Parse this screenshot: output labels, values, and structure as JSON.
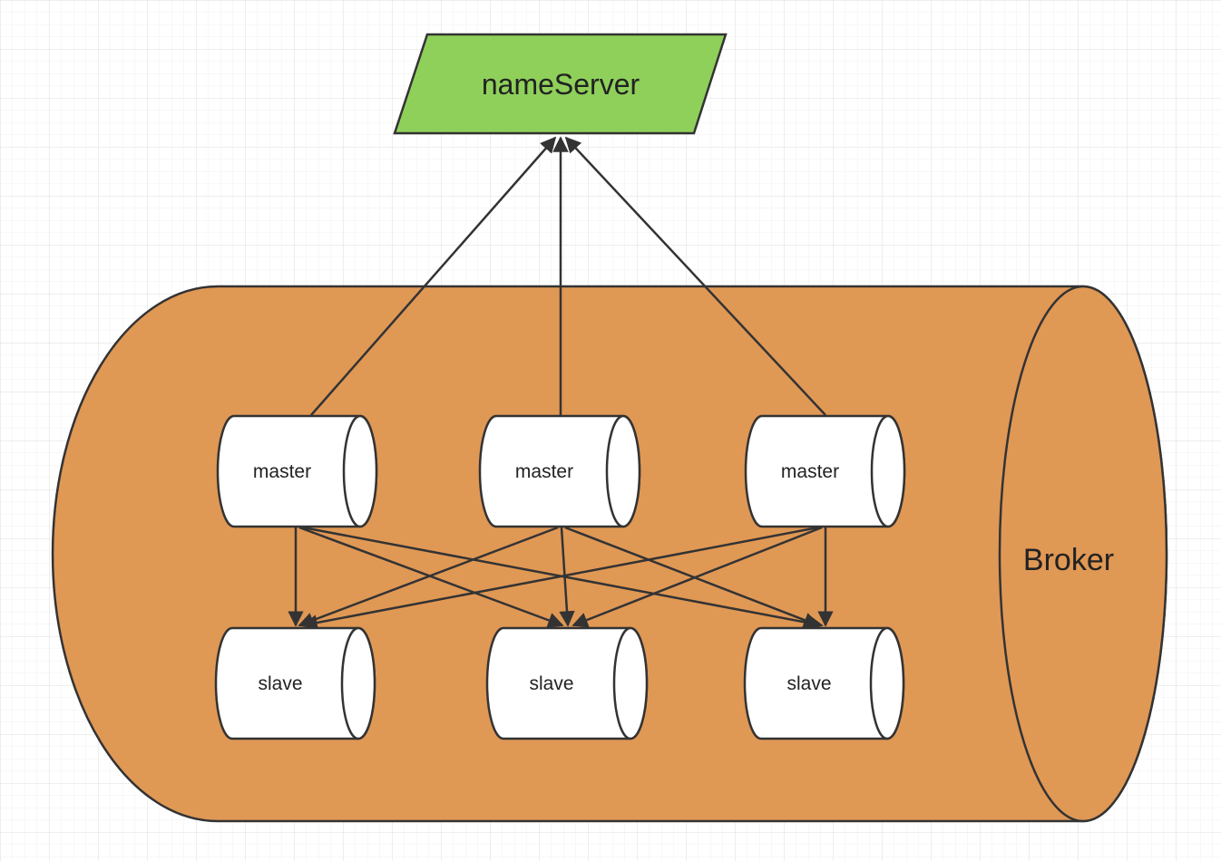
{
  "colors": {
    "grid_minor": "#f0f0f0",
    "grid_major": "#dcdcdc",
    "stroke": "#333333",
    "broker_fill": "#e09855",
    "nameserver_fill": "#8fd05a",
    "node_fill": "#ffffff",
    "text": "#222222"
  },
  "nameserver": {
    "label": "nameServer"
  },
  "broker": {
    "label": "Broker"
  },
  "masters": [
    {
      "label": "master"
    },
    {
      "label": "master"
    },
    {
      "label": "master"
    }
  ],
  "slaves": [
    {
      "label": "slave"
    },
    {
      "label": "slave"
    },
    {
      "label": "slave"
    }
  ]
}
